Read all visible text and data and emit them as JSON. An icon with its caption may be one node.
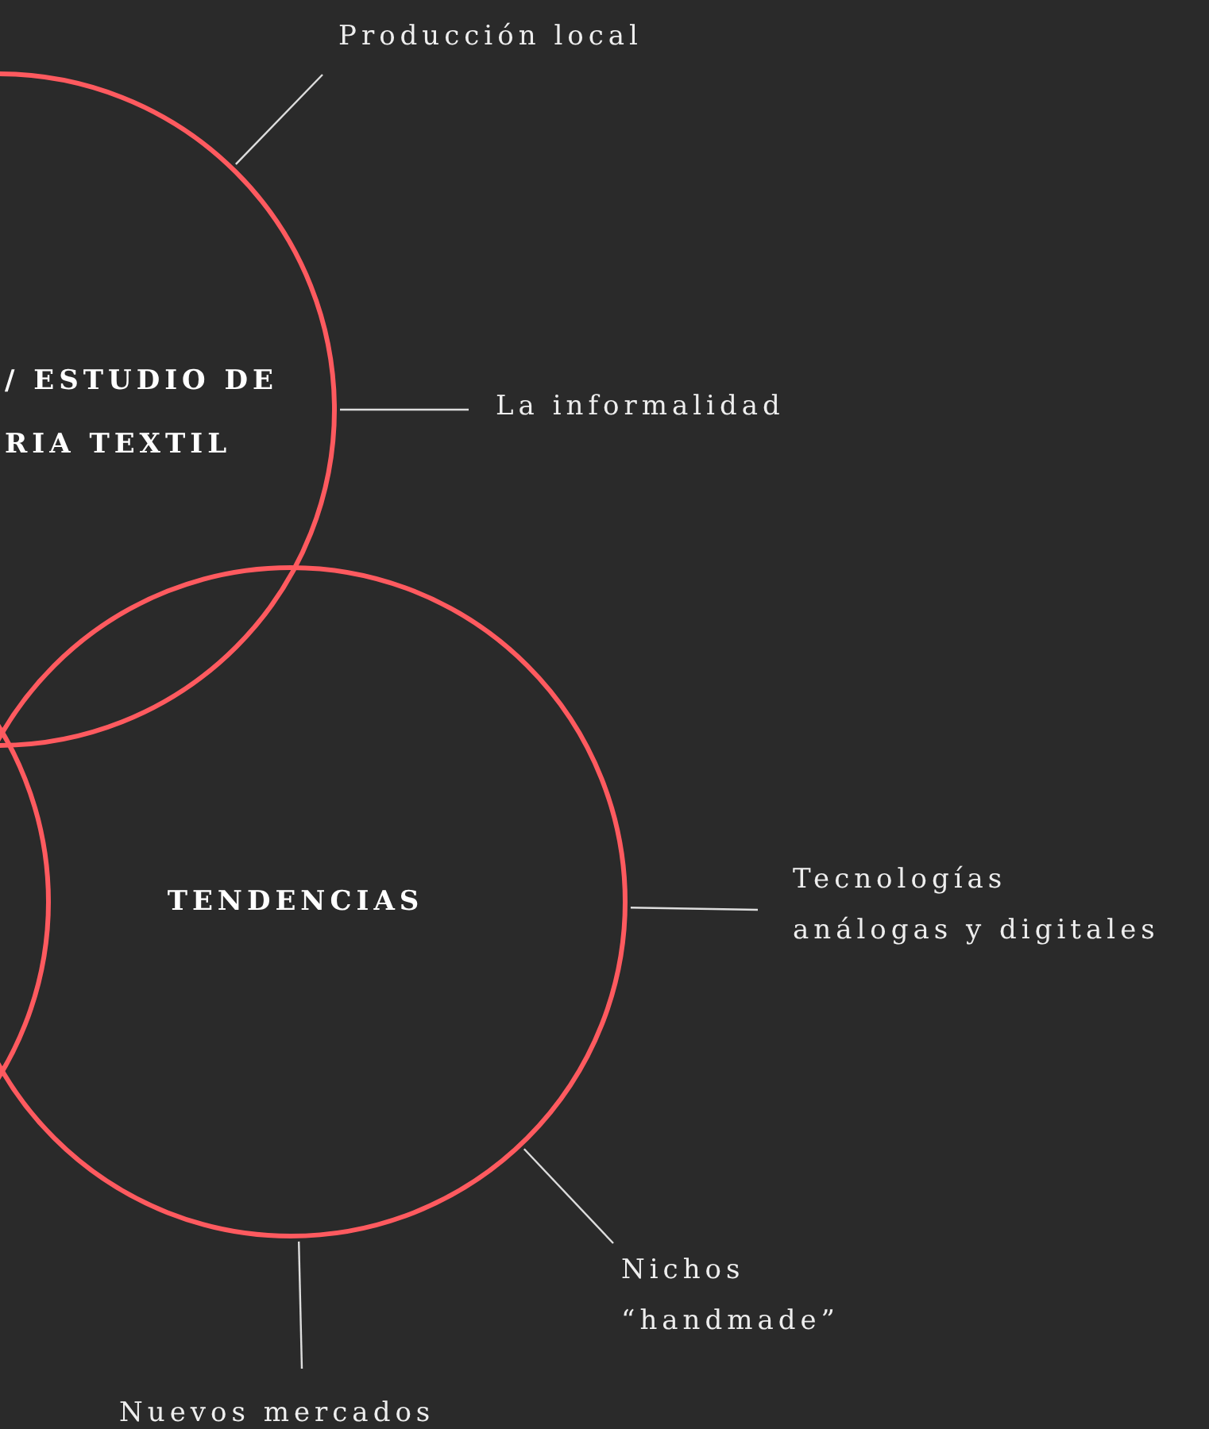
{
  "diagram": {
    "nodes": [
      {
        "text": [
          "/ ESTUDIO DE RIA TEXTIL"
        ]
      },
      {
        "text": [
          "TENDENCIAS"
        ]
      },
      {
        "text": [],
        "shape": "circle"
      },
      {
        "text": [
          "Producción local"
        ]
      },
      {
        "text": [
          "La informalidad"
        ]
      },
      {
        "text": [
          "Tecnologías análogas y digitales"
        ]
      },
      {
        "text": [
          "Nichos “handmade”"
        ]
      },
      {
        "text": [
          "Nuevos mercados"
        ]
      }
    ],
    "edges": [
      {
        "from": 3,
        "to": 0,
        "arrow": "none"
      },
      {
        "from": 4,
        "to": 0,
        "arrow": "none"
      },
      {
        "from": 5,
        "to": 1,
        "arrow": "none"
      },
      {
        "from": 6,
        "to": 1,
        "arrow": "none"
      },
      {
        "from": 7,
        "to": 1,
        "arrow": "none"
      }
    ]
  }
}
